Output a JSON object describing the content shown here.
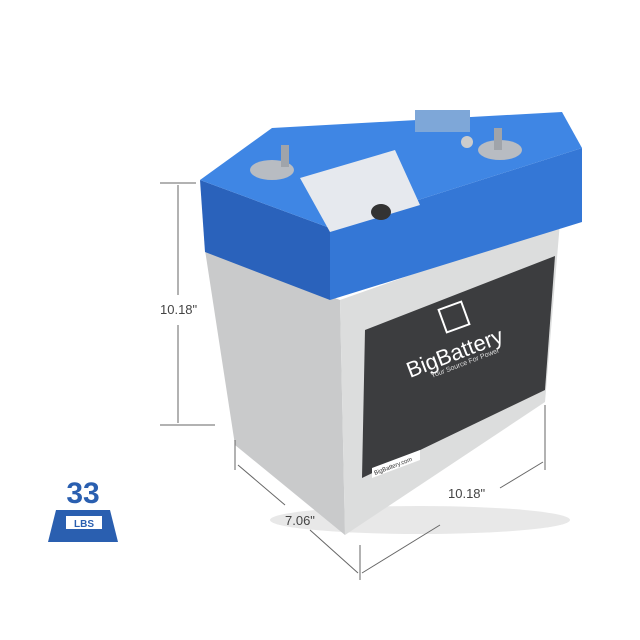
{
  "dimensions": {
    "height": "10.18\"",
    "width": "7.06\"",
    "length": "10.18\""
  },
  "weight": {
    "value": "33",
    "unit": "LBS"
  },
  "label": {
    "brand": "BigBattery",
    "tagline": "Your Source For Power",
    "website": "BigBattery.com"
  },
  "colors": {
    "lid": "#2f6fcf",
    "body": "#d9dadb",
    "label": "#3c3d3f",
    "badge": "#2a5fb0"
  }
}
